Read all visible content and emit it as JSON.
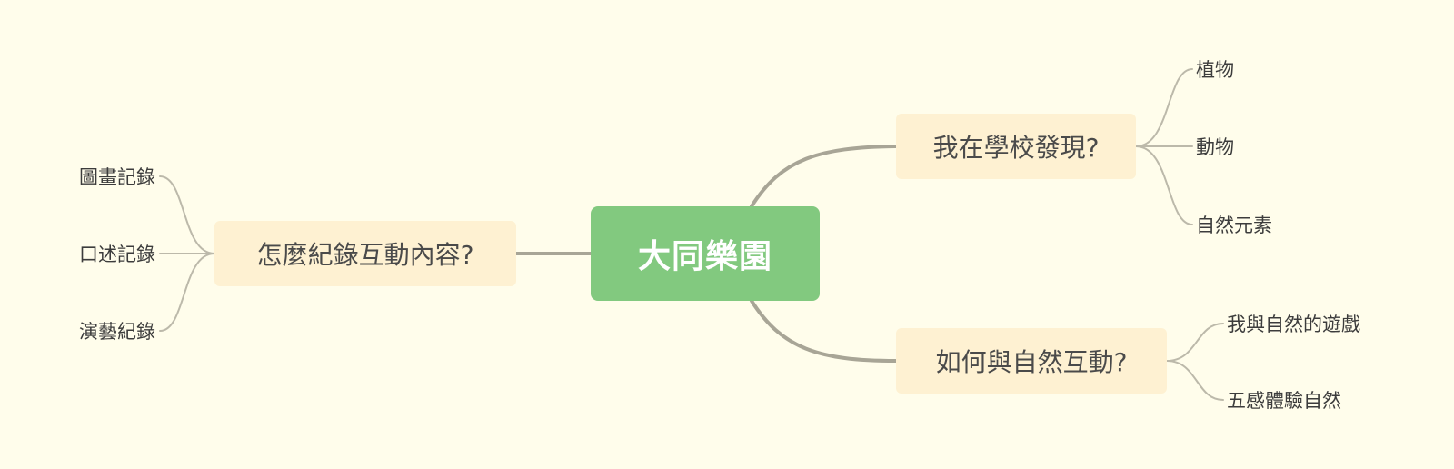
{
  "mindmap": {
    "central": {
      "label": "大同樂園"
    },
    "topics": [
      {
        "label": "我在學校發現?",
        "children": [
          "植物",
          "動物",
          "自然元素"
        ]
      },
      {
        "label": "如何與自然互動?",
        "children": [
          "我與自然的遊戲",
          "五感體驗自然"
        ]
      },
      {
        "label": "怎麼紀錄互動內容?",
        "children": [
          "圖畫記錄",
          "口述記錄",
          "演藝紀錄"
        ]
      }
    ]
  },
  "colors": {
    "background": "#fffdeb",
    "central_fill": "#82c97f",
    "topic_fill": "#fef1d2",
    "connector": "#a8a596"
  }
}
